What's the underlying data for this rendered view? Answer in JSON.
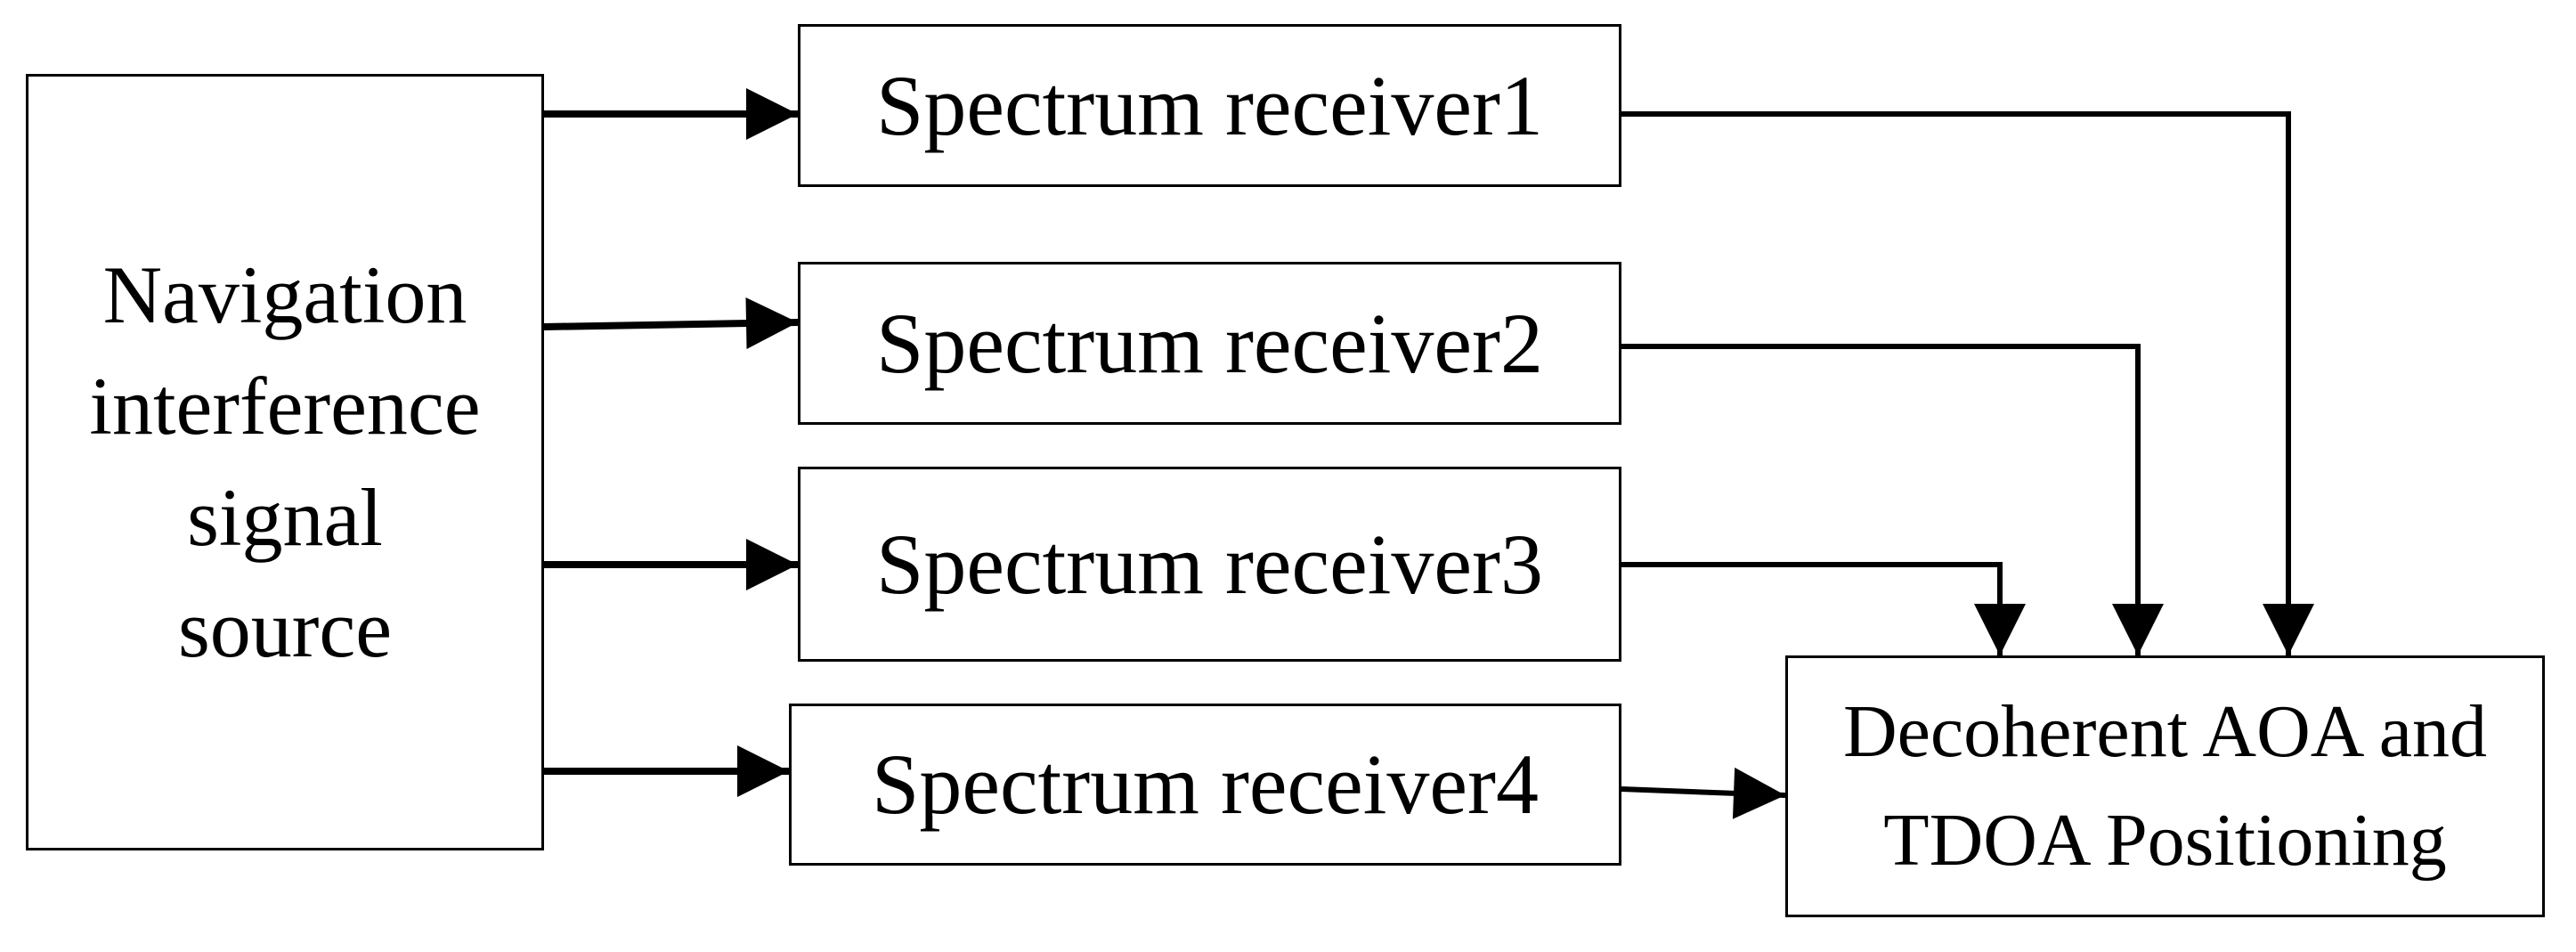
{
  "diagram": {
    "source": {
      "label": "Navigation\ninterference\nsignal\nsource"
    },
    "receivers": [
      {
        "label": "Spectrum receiver1"
      },
      {
        "label": "Spectrum receiver2"
      },
      {
        "label": "Spectrum receiver3"
      },
      {
        "label": "Spectrum receiver4"
      }
    ],
    "output": {
      "label": "Decoherent AOA and\nTDOA Positioning"
    }
  },
  "colors": {
    "stroke": "#000000",
    "background": "#ffffff"
  }
}
